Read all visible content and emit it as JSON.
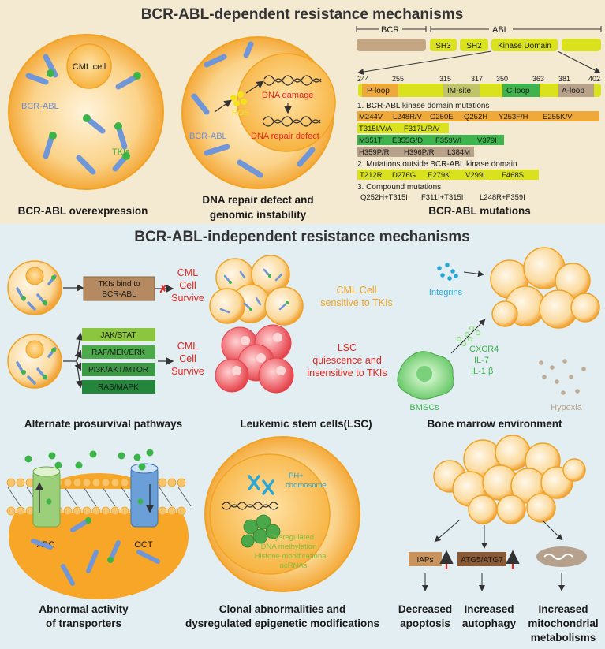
{
  "colors": {
    "top_bg": "#f4ead2",
    "bottom_bg": "#e3eef2",
    "cell_fill": "#f9c56b",
    "cell_edge": "#f1a325",
    "bcr_abl_rod": "#6f96d9",
    "tki_dot": "#3bb54a",
    "red_text": "#e6261f",
    "lsc_fill": "#ef5b62"
  },
  "top": {
    "title": "BCR-ABL-dependent resistance mechanisms",
    "overexpression": {
      "cell_label": "CML cell",
      "bcr_abl": "BCR-ABL",
      "tkis": "TKIs",
      "caption": "BCR-ABL overexpression"
    },
    "dna_repair": {
      "bcr_abl": "BCR-ABL",
      "ros": "ROS",
      "damage": "DNA damage",
      "repair": "DNA repair defect",
      "caption1": "DNA repair defect and",
      "caption2": "genomic instability"
    },
    "schematic": {
      "bcr": "BCR",
      "abl": "ABL",
      "sh3": "SH3",
      "sh2": "SH2",
      "kinase": "Kinase Domain",
      "positions": [
        "244",
        "255",
        "315",
        "317",
        "350",
        "363",
        "381",
        "402"
      ],
      "ploop": "P-loop",
      "imsite": "IM-site",
      "cloop": "C-loop",
      "aloop": "A-loop"
    },
    "mutations": {
      "h1": "1. BCR-ABL kinase domain mutations",
      "r1": [
        "M244V",
        "L248R/V",
        "G250E",
        "Q252H",
        "Y253F/H",
        "E255K/V"
      ],
      "r2": [
        "T315I/V/A",
        "F317L/R/V"
      ],
      "r3": [
        "M351T",
        "E355G/D",
        "F359V/I",
        "V379I"
      ],
      "r4": [
        "H359P/R",
        "H396P/R",
        "L384M"
      ],
      "h2": "2. Mutations outside BCR-ABL kinase domain",
      "r5": [
        "T212R",
        "D276G",
        "E279K",
        "V299L",
        "F468S"
      ],
      "h3": "3. Compound mutations",
      "r6": [
        "Q252H+T315I",
        "F311I+T315I",
        "L248R+F359I"
      ],
      "caption": "BCR-ABL mutations"
    }
  },
  "bottom": {
    "title": "BCR-ABL-independent resistance mechanisms",
    "alternate": {
      "box1": [
        "TKIs bind to",
        "BCR-ABL"
      ],
      "survive": [
        "CML",
        "Cell",
        "Survive"
      ],
      "pathways": [
        "JAK/STAT",
        "RAF/MEK/ERK",
        "PI3K/AKT/MTOR",
        "RAS/MAPK"
      ],
      "caption": "Alternate prosurvival pathways"
    },
    "lsc": {
      "sensitive": [
        "CML Cell",
        "sensitive to TKIs"
      ],
      "quiescence": [
        "LSC",
        "quiescence and",
        "insensitive to TKIs"
      ],
      "caption": "Leukemic stem cells(LSC)"
    },
    "bone_marrow": {
      "integrins": "Integrins",
      "cytokines": [
        "CXCR4",
        "IL-7",
        "IL-1 β"
      ],
      "bmscs": "BMSCs",
      "hypoxia": "Hypoxia",
      "caption": "Bone marrow environment"
    },
    "transporters": {
      "abc": "ABC",
      "oct": "OCT",
      "caption1": "Abnormal activity",
      "caption2": "of transporters"
    },
    "clonal": {
      "ph": [
        "PH+",
        "chomosome"
      ],
      "epi": [
        "Dysregulated",
        "DNA methylation",
        "Histone modificationa",
        "ncRNAs"
      ],
      "caption1": "Clonal abnormalities and",
      "caption2": "dysregulated epigenetic modifications"
    },
    "metabolism": {
      "iaps": "IAPs",
      "atg": "ATG5/ATG7",
      "out1": [
        "Decreased",
        "apoptosis"
      ],
      "out2": [
        "Increased",
        "autophagy"
      ],
      "out3": [
        "Increased",
        "mitochondrial",
        "metabolisms"
      ]
    }
  }
}
